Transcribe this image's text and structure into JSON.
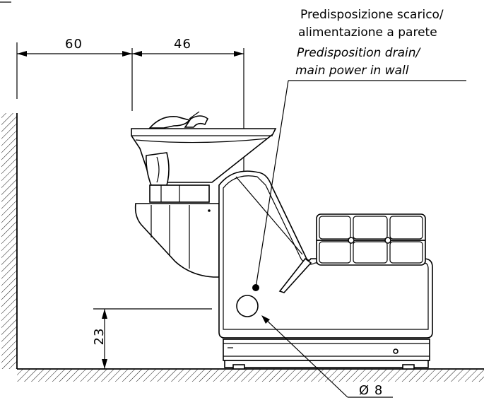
{
  "dimensions": {
    "wall_to_basin": "60",
    "basin_to_connection": "46",
    "connection_height": "23",
    "pipe_diameter": "Ø 8"
  },
  "note": {
    "line1": "Predisposizione scarico/",
    "line2": "alimentazione a parete",
    "line3": "Predisposition drain/",
    "line4": "main power in wall"
  }
}
